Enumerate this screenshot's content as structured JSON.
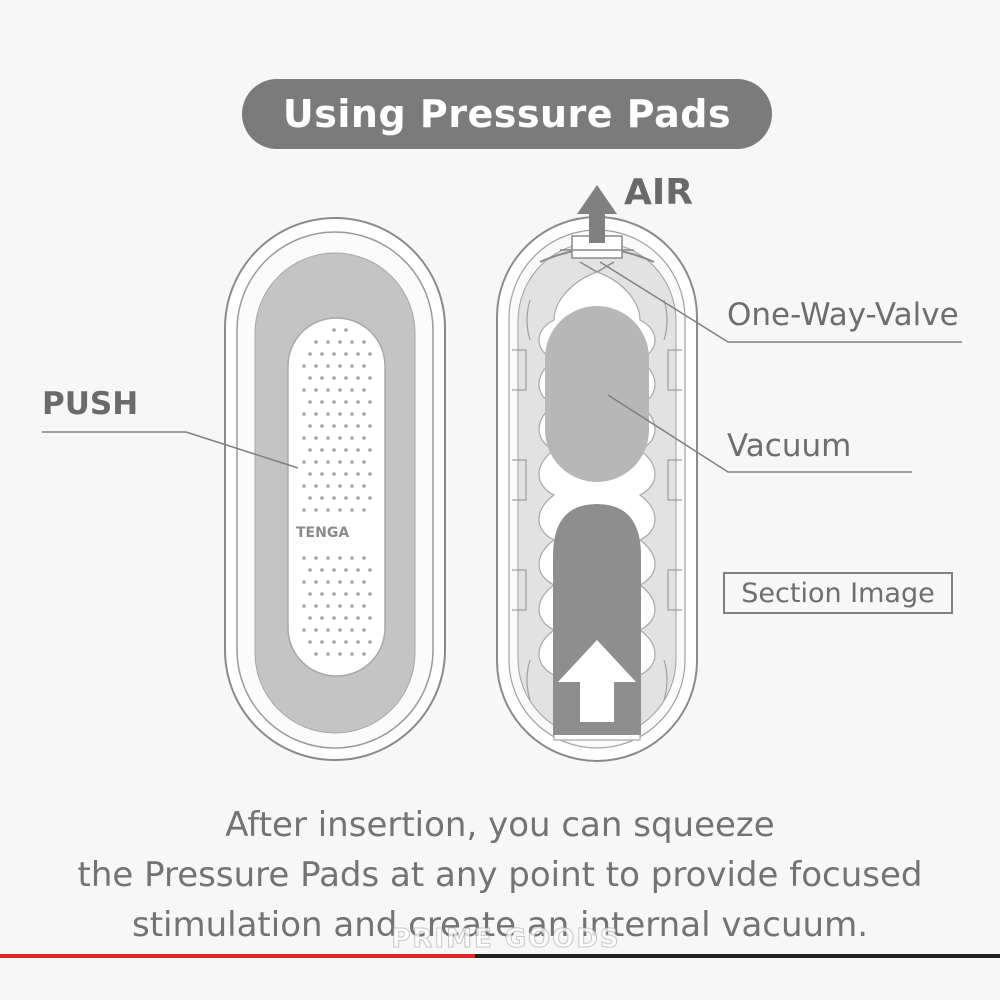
{
  "title": "Using Pressure Pads",
  "labels": {
    "air": "AIR",
    "push": "PUSH",
    "one_way_valve": "One-Way-Valve",
    "vacuum": "Vacuum",
    "section_image": "Section Image",
    "brand": "TENGA"
  },
  "caption": [
    "After insertion, you can squeeze",
    "the Pressure Pads at any point to provide focused",
    "stimulation and create an internal vacuum."
  ],
  "watermark": "PRIME GOODS",
  "colors": {
    "pill": "#7b7b7b",
    "pad": "#c4c4c4",
    "dark_fill": "#8e8e8e",
    "light_fill": "#b5b5b5",
    "line": "#808080",
    "accent_red": "#d8262b"
  }
}
